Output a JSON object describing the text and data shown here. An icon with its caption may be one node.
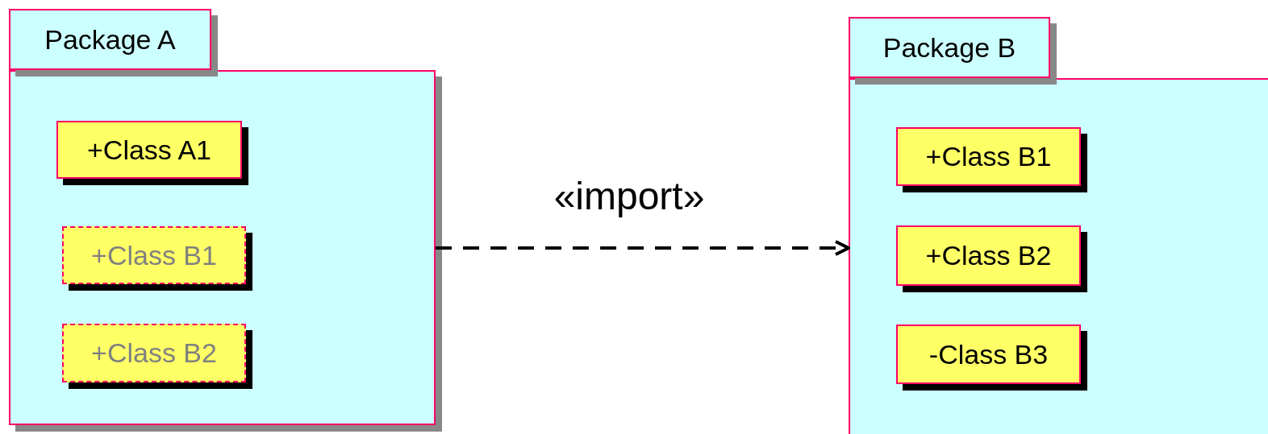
{
  "diagram": {
    "nodes": [
      {
        "text": [
          "Package A"
        ]
      },
      {
        "text": [
          "+Class A1"
        ],
        "in": 0
      },
      {
        "text": [
          "+Class B1"
        ],
        "in": 0
      },
      {
        "text": [
          "+Class B2"
        ],
        "in": 0
      },
      {
        "text": [
          "Package B"
        ]
      },
      {
        "text": [
          "+Class B1"
        ],
        "in": 4
      },
      {
        "text": [
          "+Class B2"
        ],
        "in": 4
      },
      {
        "text": [
          "-Class B3"
        ],
        "in": 4
      }
    ],
    "edges": [
      {
        "from": 0,
        "to": 4,
        "arrow": "to",
        "style": "dashed",
        "label": "«import»"
      }
    ]
  }
}
